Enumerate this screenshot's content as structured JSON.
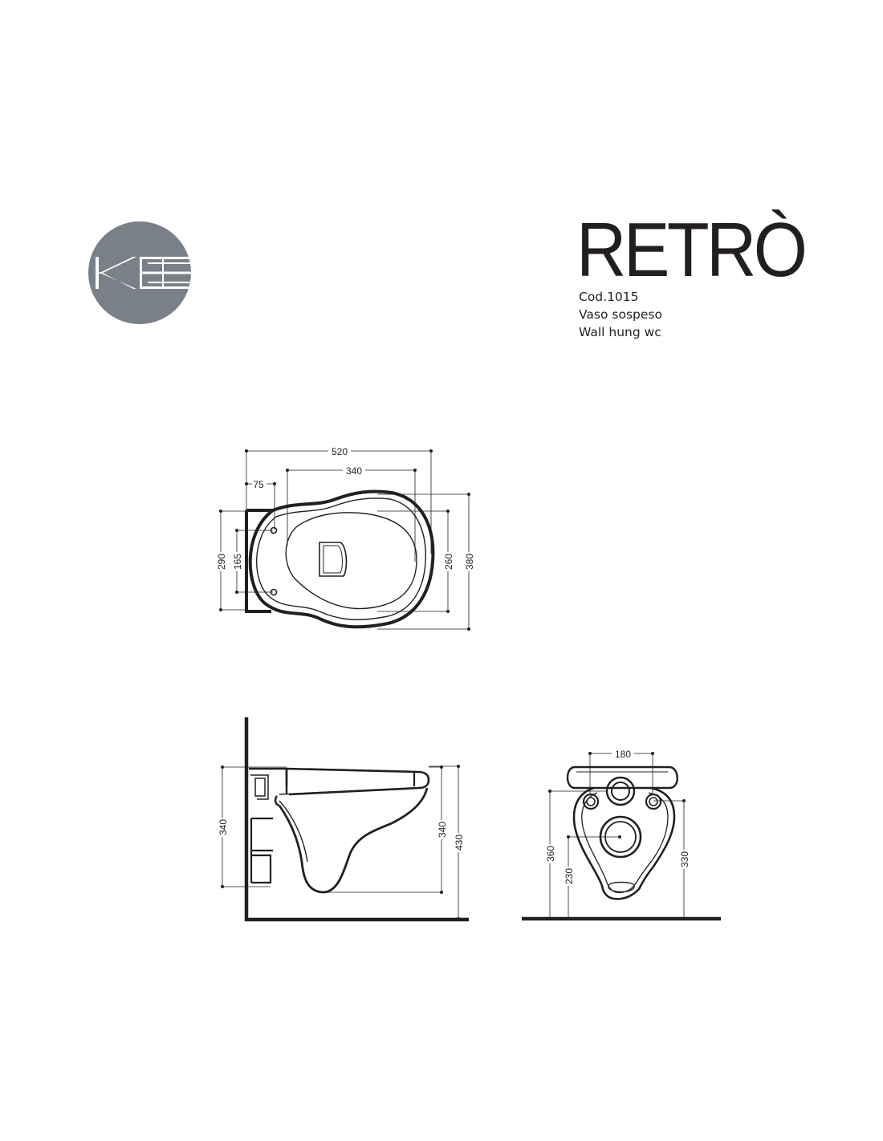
{
  "brand": {
    "logo_text": "KE",
    "circle_color": "#7a8088"
  },
  "product": {
    "title": "RETRÒ",
    "code": "Cod.1015",
    "name_it": "Vaso sospeso",
    "name_en": "Wall hung wc"
  },
  "dimensions": {
    "top_view": {
      "length": "520",
      "bowl_length": "340",
      "fixing_offset": "75",
      "wall_width": "290",
      "fixing_spacing": "165",
      "bowl_width": "260",
      "total_width": "380"
    },
    "side_view": {
      "fixing_height": "340",
      "bowl_height": "340",
      "total_height": "430"
    },
    "front_view": {
      "fixing_spacing": "180",
      "upper_fixing_height": "360",
      "outlet_height": "230",
      "total_height": "330"
    }
  },
  "colors": {
    "line": "#231f20",
    "logo_circle": "#7a8088"
  }
}
